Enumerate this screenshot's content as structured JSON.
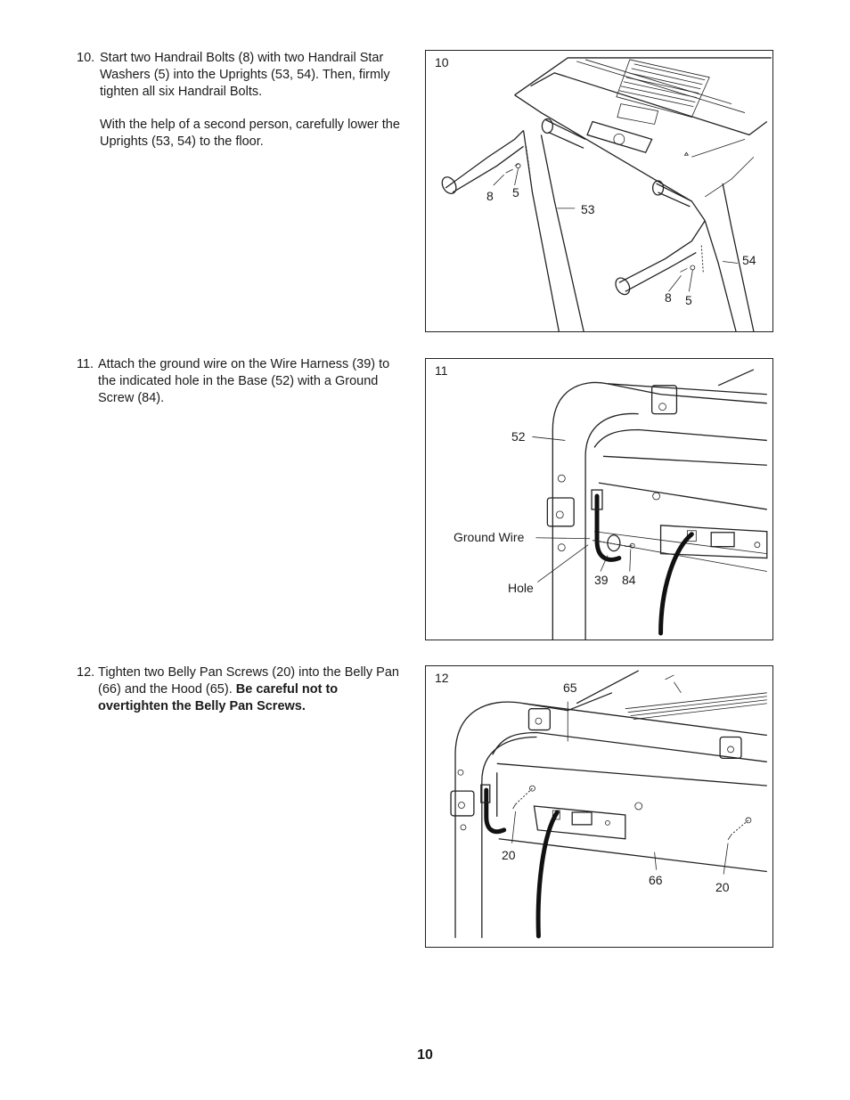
{
  "steps": [
    {
      "number": "10.",
      "paragraphs": [
        "Start two Handrail Bolts (8) with two Handrail Star Washers (5) into the Uprights (53, 54). Then, firmly tighten all six Handrail Bolts.",
        "With the help of a second person, carefully lower the Uprights (53, 54) to the floor."
      ]
    },
    {
      "number": "11.",
      "paragraphs": [
        "Attach the ground wire on the Wire Harness (39) to the indicated hole in the Base (52) with a Ground Screw (84)."
      ]
    },
    {
      "number": "12.",
      "text": "Tighten two Belly Pan Screws (20) into the Belly Pan (66) and the Hood (65). ",
      "bold": "Be careful not to overtighten the Belly Pan Screws."
    }
  ],
  "figures": [
    {
      "number": "10",
      "labels": {
        "bolt_left": "8",
        "washer_left": "5",
        "upright_left": "53",
        "upright_right": "54",
        "bolt_right": "8",
        "washer_right": "5"
      }
    },
    {
      "number": "11",
      "labels": {
        "base": "52",
        "ground_wire": "Ground Wire",
        "hole": "Hole",
        "harness": "39",
        "screw": "84"
      }
    },
    {
      "number": "12",
      "labels": {
        "hood": "65",
        "screw_left": "20",
        "belly_pan": "66",
        "screw_right": "20"
      }
    }
  ],
  "page_number": "10"
}
